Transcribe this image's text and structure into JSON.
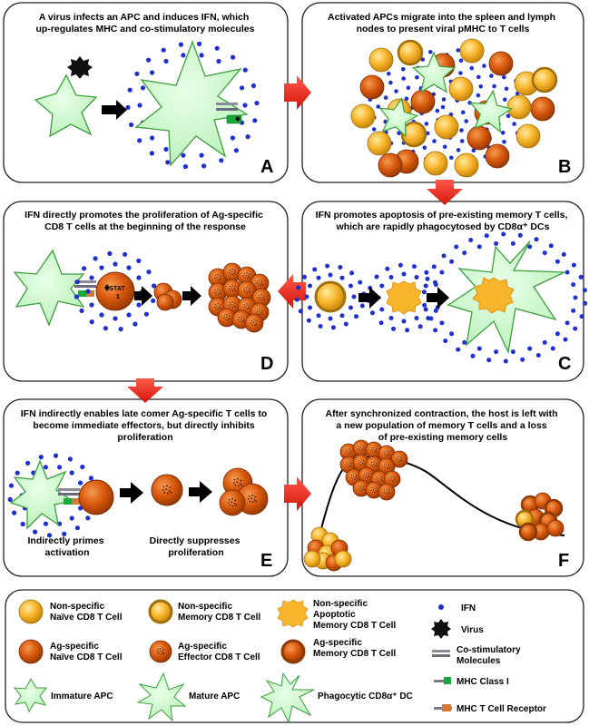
{
  "panels": {
    "A": {
      "letter": "A",
      "title": [
        "A virus infects an APC and induces IFN, which",
        "up-regulates MHC and co-stimulatory molecules"
      ]
    },
    "B": {
      "letter": "B",
      "title": [
        "Activated APCs migrate into the spleen and lymph",
        "nodes to present viral pMHC to T cells"
      ]
    },
    "C": {
      "letter": "C",
      "title": [
        "IFN promotes apoptosis of pre-existing memory T cells,",
        "which are rapidly phagocytosed by CD8α⁺ DCs"
      ]
    },
    "D": {
      "letter": "D",
      "title": [
        "IFN directly promotes the proliferation of Ag-specific",
        "CD8 T cells at the beginning of the response"
      ],
      "stat_label": [
        "STAT",
        "1"
      ]
    },
    "E": {
      "letter": "E",
      "title": [
        "IFN indirectly enables late comer Ag-specific T cells to",
        "become immediate effectors, but directly inhibits",
        "proliferation"
      ],
      "caption_left": [
        "Indirectly primes",
        "activation"
      ],
      "caption_right": [
        "Directly suppresses",
        "proliferation"
      ]
    },
    "F": {
      "letter": "F",
      "title": [
        "After synchronized contraction, the host is left with",
        "a new population of memory T cells and a loss",
        "of pre-existing memory cells"
      ]
    }
  },
  "legend": {
    "items": [
      {
        "id": "ns-naive",
        "lines": [
          "Non-specific",
          "Naïve CD8 T Cell"
        ]
      },
      {
        "id": "ns-memory",
        "lines": [
          "Non-specific",
          "Memory CD8 T Cell"
        ]
      },
      {
        "id": "ns-apoptotic",
        "lines": [
          "Non-specific",
          "Apoptotic",
          "Memory CD8 T Cell"
        ]
      },
      {
        "id": "ifn",
        "lines": [
          "IFN"
        ]
      },
      {
        "id": "virus",
        "lines": [
          "Virus"
        ]
      },
      {
        "id": "ag-naive",
        "lines": [
          "Ag-specific",
          "Naïve CD8 T Cell"
        ]
      },
      {
        "id": "ag-effector",
        "lines": [
          "Ag-specific",
          "Effector CD8 T Cell"
        ]
      },
      {
        "id": "ag-memory",
        "lines": [
          "Ag-specific",
          "Memory CD8 T Cell"
        ]
      },
      {
        "id": "costim",
        "lines": [
          "Co-stimulatory",
          "Molecules"
        ]
      },
      {
        "id": "mhc1",
        "lines": [
          "MHC Class I"
        ]
      },
      {
        "id": "immature-apc",
        "lines": [
          "Immature APC"
        ]
      },
      {
        "id": "mature-apc",
        "lines": [
          "Mature APC"
        ]
      },
      {
        "id": "phago-dc",
        "lines": [
          "Phagocytic CD8α⁺ DC"
        ]
      },
      {
        "id": "tcr",
        "lines": [
          "MHC T Cell Receptor"
        ]
      }
    ]
  },
  "colors": {
    "apc_fill": "#c8f5c8",
    "apc_stroke": "#3d9e3d",
    "naive_yellow": "#f6b42a",
    "ag_orange": "#d8590c",
    "ifn_blue": "#1f2fd0",
    "arrow_red": "#ee2a22",
    "panel_border": "#222222"
  }
}
